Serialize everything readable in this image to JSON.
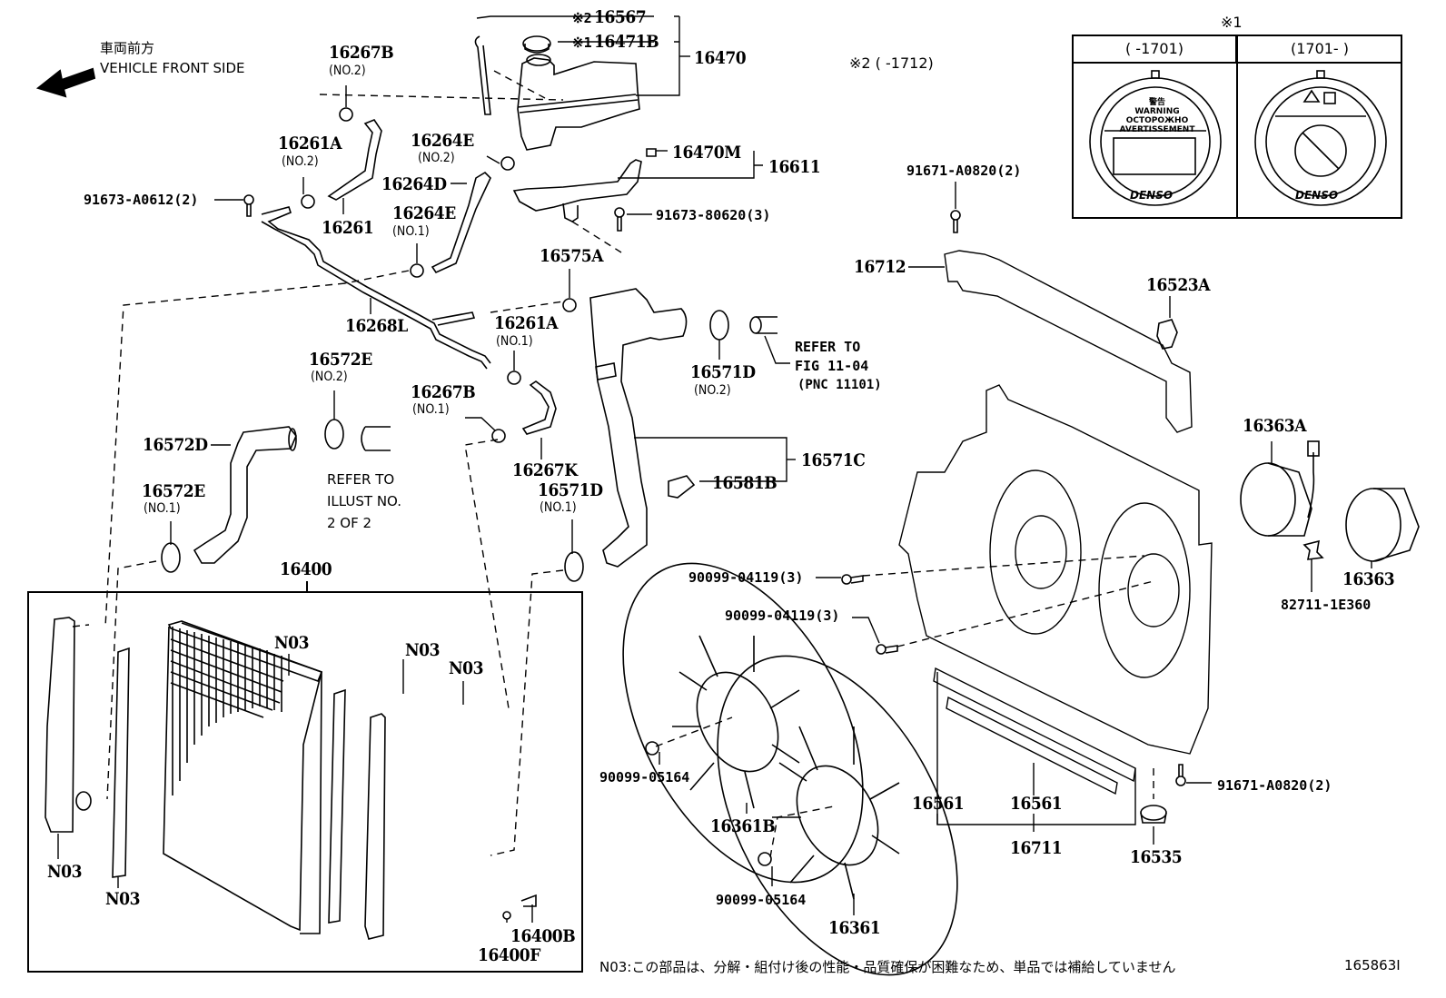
{
  "diagram": {
    "type": "exploded-parts-diagram",
    "direction": {
      "label_jp": "車両前方",
      "label_en": "VEHICLE FRONT SIDE"
    },
    "footnote_ref": "※2 (      -1712)",
    "inset": {
      "title": "※1",
      "columns": [
        {
          "header": "(      -1701)",
          "cap_text": [
            "警告",
            "WARNING",
            "ОСТОРОЖНО",
            "AVERTISSEMENT"
          ],
          "brand": "DENSO"
        },
        {
          "header": "(1701-      )",
          "cap_text": [],
          "brand": "DENSO"
        }
      ]
    },
    "callouts": [
      {
        "id": "c16567",
        "part": "16567",
        "mark": "※2"
      },
      {
        "id": "c16471B",
        "part": "16471B",
        "mark": "※1"
      },
      {
        "id": "c16470",
        "part": "16470"
      },
      {
        "id": "c16267B_2",
        "part": "16267B",
        "qualifier": "(NO.2)"
      },
      {
        "id": "c16261A_2",
        "part": "16261A",
        "qualifier": "(NO.2)"
      },
      {
        "id": "c91673A0612",
        "part": "91673-A0612(2)"
      },
      {
        "id": "c16261",
        "part": "16261"
      },
      {
        "id": "c16264E_2",
        "part": "16264E",
        "qualifier": "(NO.2)"
      },
      {
        "id": "c16264D",
        "part": "16264D"
      },
      {
        "id": "c16264E_1",
        "part": "16264E",
        "qualifier": "(NO.1)"
      },
      {
        "id": "c16470M",
        "part": "16470M"
      },
      {
        "id": "c16611",
        "part": "16611"
      },
      {
        "id": "c9167380620",
        "part": "91673-80620(3)"
      },
      {
        "id": "c16575A",
        "part": "16575A"
      },
      {
        "id": "c16268L",
        "part": "16268L"
      },
      {
        "id": "c16261A_1",
        "part": "16261A",
        "qualifier": "(NO.1)"
      },
      {
        "id": "c16572E_2",
        "part": "16572E",
        "qualifier": "(NO.2)"
      },
      {
        "id": "c16267B_1",
        "part": "16267B",
        "qualifier": "(NO.1)"
      },
      {
        "id": "c16572D",
        "part": "16572D"
      },
      {
        "id": "c16267K",
        "part": "16267K"
      },
      {
        "id": "c16572E_1",
        "part": "16572E",
        "qualifier": "(NO.1)"
      },
      {
        "id": "c16571D_1",
        "part": "16571D",
        "qualifier": "(NO.1)"
      },
      {
        "id": "c16571D_2",
        "part": "16571D",
        "qualifier": "(NO.2)"
      },
      {
        "id": "c16571C",
        "part": "16571C"
      },
      {
        "id": "c16581B",
        "part": "16581B"
      },
      {
        "id": "c91671A0820_top",
        "part": "91671-A0820(2)"
      },
      {
        "id": "c16712",
        "part": "16712"
      },
      {
        "id": "c16523A",
        "part": "16523A"
      },
      {
        "id": "c16363A",
        "part": "16363A"
      },
      {
        "id": "c16363",
        "part": "16363"
      },
      {
        "id": "c827111E360",
        "part": "82711-1E360"
      },
      {
        "id": "c9009904119_a",
        "part": "90099-04119(3)"
      },
      {
        "id": "c9009904119_b",
        "part": "90099-04119(3)"
      },
      {
        "id": "c16400",
        "part": "16400"
      },
      {
        "id": "cN03_a",
        "part": "N03"
      },
      {
        "id": "cN03_b",
        "part": "N03"
      },
      {
        "id": "cN03_c",
        "part": "N03"
      },
      {
        "id": "cN03_d",
        "part": "N03"
      },
      {
        "id": "cN03_e",
        "part": "N03"
      },
      {
        "id": "c16400B",
        "part": "16400B"
      },
      {
        "id": "c16400F",
        "part": "16400F"
      },
      {
        "id": "c9009905164_a",
        "part": "90099-05164"
      },
      {
        "id": "c9009905164_b",
        "part": "90099-05164"
      },
      {
        "id": "c16361B",
        "part": "16361B"
      },
      {
        "id": "c16361",
        "part": "16361"
      },
      {
        "id": "c16561_a",
        "part": "16561"
      },
      {
        "id": "c16561_b",
        "part": "16561"
      },
      {
        "id": "c16711",
        "part": "16711"
      },
      {
        "id": "c16535",
        "part": "16535"
      },
      {
        "id": "c91671A0820_bot",
        "part": "91671-A0820(2)"
      }
    ],
    "refer_notes": [
      {
        "id": "refer_illust",
        "lines": [
          "REFER TO",
          "ILLUST NO.",
          "2 OF 2"
        ]
      },
      {
        "id": "refer_fig",
        "lines": [
          "REFER TO",
          "FIG 11-04",
          "(PNC 11101)"
        ]
      }
    ],
    "bottom_note": "N03:この部品は、分解・組付け後の性能・品質確保が困難なため、単品では補給していません",
    "illustration_id": "165863I"
  }
}
